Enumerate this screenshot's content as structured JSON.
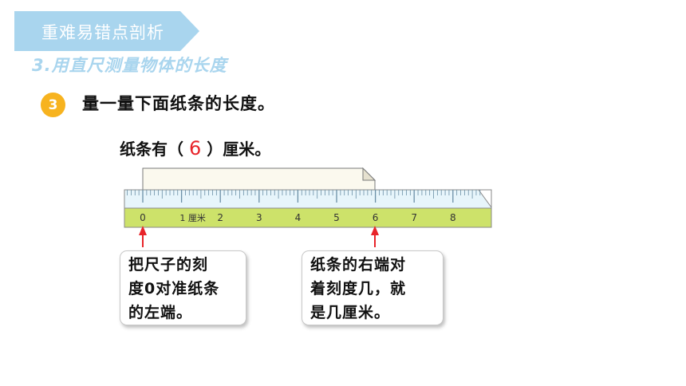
{
  "banner": {
    "text": "重难易错点剖析"
  },
  "section": {
    "title": "3.用直尺测量物体的长度"
  },
  "problem": {
    "number": "3",
    "text": "量一量下面纸条的长度。"
  },
  "answer": {
    "before": "纸条有（ ",
    "value": "6",
    "after": " ）厘米。"
  },
  "ruler": {
    "labels": [
      "0",
      "1 厘米",
      "2",
      "3",
      "4",
      "5",
      "6",
      "7",
      "8"
    ],
    "strip_length_cm": 6
  },
  "callouts": [
    {
      "lines": [
        "把尺子的刻",
        "度0对准纸条",
        "的左端。"
      ]
    },
    {
      "lines": [
        "纸条的右端对",
        "着刻度几，就",
        "是几厘米。"
      ]
    }
  ],
  "colors": {
    "banner": "#a9d5ee",
    "badge": "#f7b31f",
    "answer": "#e8242a",
    "ruler_top": "#e7f5fb",
    "ruler_bottom": "#cde26a",
    "arrow": "#e8242a"
  }
}
